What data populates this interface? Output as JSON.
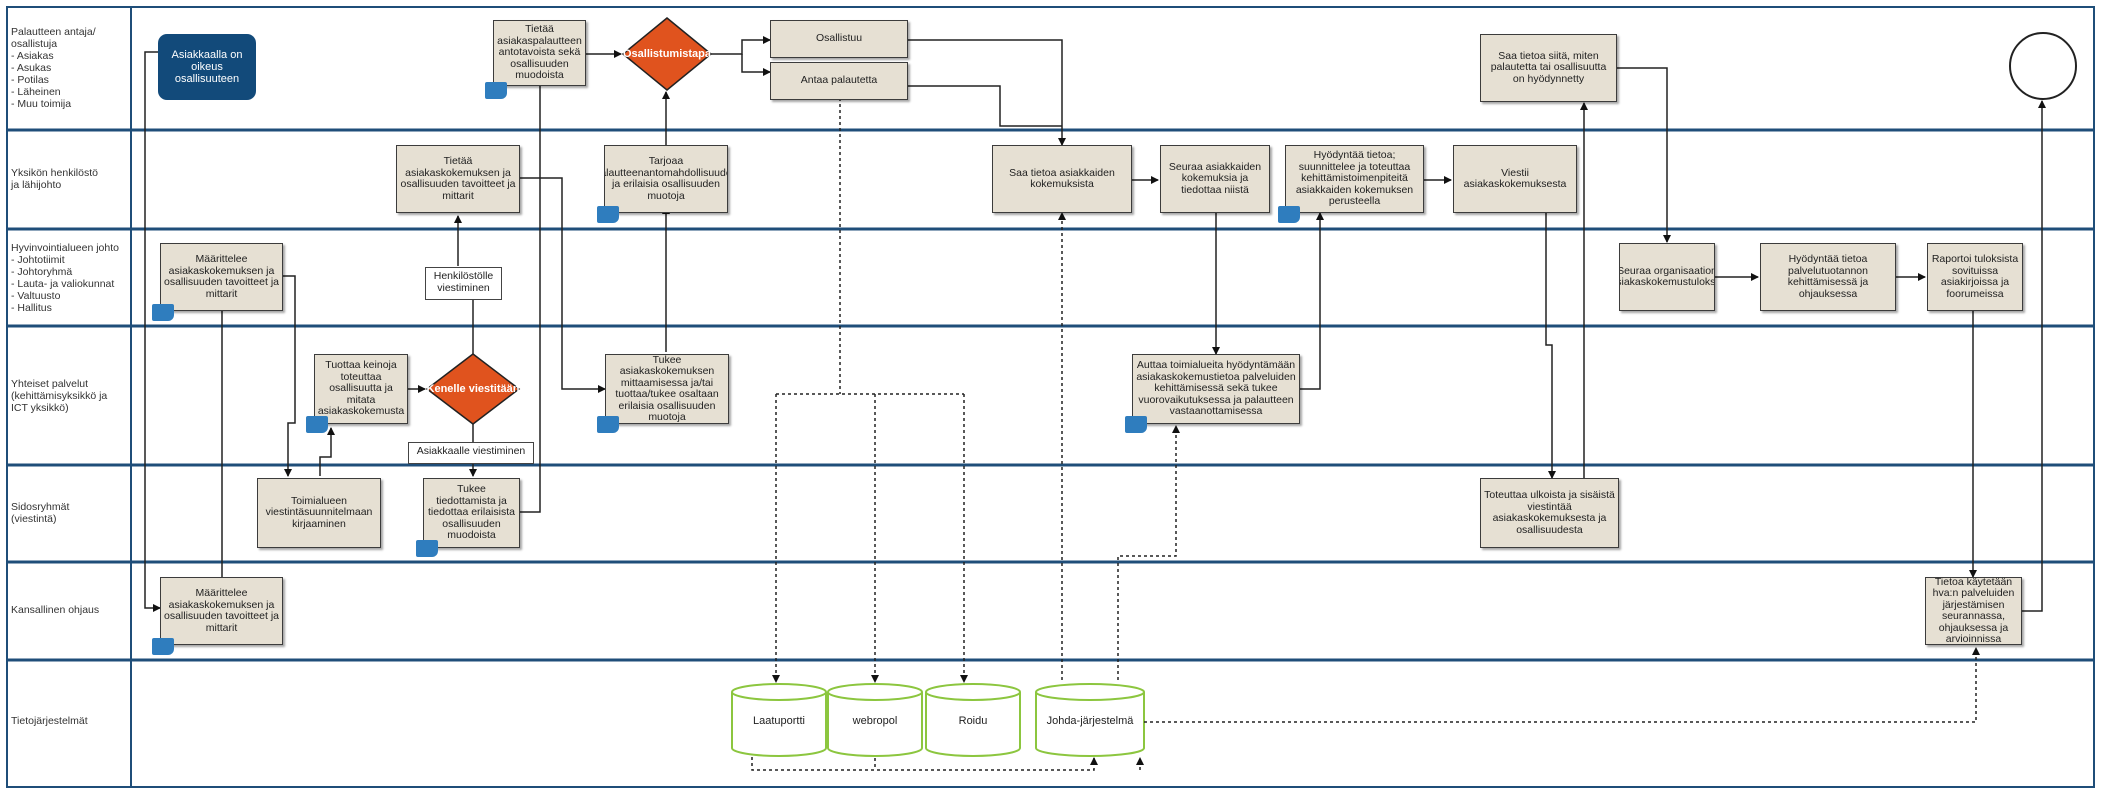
{
  "lanes": [
    {
      "label": "Palautteen antaja/\nosallistuja\n- Asiakas\n- Asukas\n- Potilas\n- Läheinen\n- Muu toimija"
    },
    {
      "label": "Yksikön henkilöstö\nja lähijohto"
    },
    {
      "label": "Hyvinvointialueen johto\n- Johtotiimit\n- Johtoryhmä\n- Lauta- ja valiokunnat\n- Valtuusto\n- Hallitus"
    },
    {
      "label": "Yhteiset palvelut\n(kehittämisyksikkö ja\nICT yksikkö)"
    },
    {
      "label": "Sidosryhmät\n(viestintä)"
    },
    {
      "label": "Kansallinen ohjaus"
    },
    {
      "label": "Tietojärjestelmät"
    }
  ],
  "start": {
    "label": "Asiakkaalla on oikeus osallisuuteen"
  },
  "tasks": {
    "t1": "Tietää asiakaspalautteen antotavoista sekä osallisuuden muodoista",
    "t2": "Osallistuu",
    "t3": "Antaa palautetta",
    "t4": "Saa tietoa siitä, miten palautetta tai osallisuutta on hyödynnetty",
    "t5": "Tietää asiakaskokemuksen ja osallisuuden tavoitteet ja mittarit",
    "t6": "Tarjoaa palautteenantomahdollisuuden ja erilaisia osallisuuden muotoja",
    "t7": "Saa tietoa asiakkaiden kokemuksista",
    "t8": "Seuraa asiakkaiden kokemuksia ja tiedottaa niistä",
    "t9": "Hyödyntää tietoa; suunnittelee ja toteuttaa kehittämistoimenpiteitä asiakkaiden kokemuksen perusteella",
    "t10": "Viestii asiakaskokemuksesta",
    "t11": "Määrittelee asiakaskokemuksen ja osallisuuden tavoitteet ja mittarit",
    "t12": "Seuraa organisaation asiakaskokemustuloksia",
    "t13": "Hyödyntää tietoa palvelutuotannon kehittämisessä ja ohjauksessa",
    "t14": "Raportoi tuloksista sovituissa asiakirjoissa ja foorumeissa",
    "t15": "Tuottaa keinoja toteuttaa osallisuutta ja mitata asiakaskokemusta",
    "t16": "Tukee asiakaskokemuksen mittaamisessa ja/tai tuottaa/tukee osaltaan erilaisia osallisuuden muotoja",
    "t17": "Auttaa toimialueita hyödyntämään asiakaskokemustietoa palveluiden kehittämisessä sekä tukee vuorovaikutuksessa ja palautteen vastaanottamisessa",
    "t18": "Toimialueen viestintäsuunnitelmaan kirjaaminen",
    "t19": "Tukee tiedottamista ja tiedottaa erilaisista osallisuuden muodoista",
    "t20": "Toteuttaa ulkoista ja sisäistä viestintää asiakaskokemuksesta ja osallisuudesta",
    "t21": "Määrittelee asiakaskokemuksen ja osallisuuden tavoitteet ja mittarit",
    "t22": "Tietoa käytetään hva:n palveluiden järjestämisen seurannassa, ohjauksessa ja arvioinnissa"
  },
  "gateways": {
    "g1": "Osallistumistapa",
    "g2": "Kenelle viestitään"
  },
  "notes": {
    "n1": "Henkilöstölle viestiminen",
    "n2": "Asiakkaalle viestiminen"
  },
  "databases": [
    "Laatuportti",
    "webropol",
    "Roidu",
    "Johda-järjestelmä"
  ],
  "colors": {
    "lane_border": "#1f4e79",
    "task_fill": "#e6e0d3",
    "gateway_fill": "#e0531e",
    "start_fill": "#124a7a",
    "db_stroke": "#8cc63f",
    "doc_icon": "#2f7dbe"
  }
}
